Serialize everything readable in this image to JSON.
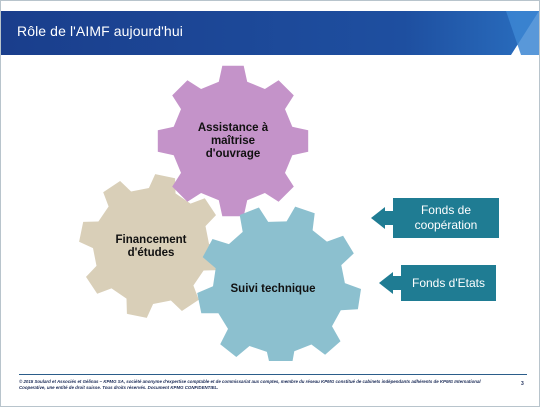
{
  "title": "Rôle de l'AIMF aujourd'hui",
  "colors": {
    "title_bar": "#1a3e8c",
    "gear_purple": "#c493c9",
    "gear_beige": "#d9cfb8",
    "gear_blue": "#8cc0cf",
    "callout": "#1f7c93"
  },
  "gears": {
    "assistance": "Assistance à\nmaîtrise\nd'ouvrage",
    "financement": "Financement\nd'études",
    "suivi": "Suivi technique"
  },
  "callouts": {
    "fonds_cooperation": "Fonds de\ncoopération",
    "fonds_etats": "Fonds d'Etats"
  },
  "footer": {
    "disclaimer": "© 2015 Soulard et Associés et Gélinas – KPMG SA, société anonyme d'expertise comptable et de commissariat aux comptes, membre du réseau KPMG constitué de cabinets indépendants adhérents de KPMG International Cooperative, une entité de droit suisse. Tous droits réservés. Document KPMG CONFIDENTIEL.",
    "page_number": "3"
  }
}
